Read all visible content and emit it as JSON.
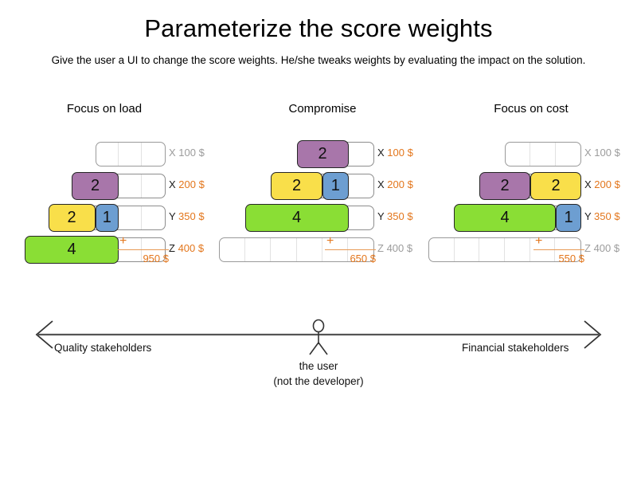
{
  "header": {
    "title": "Parameterize the score weights",
    "subtitle": "Give the user a UI to change the score weights. He/she tweaks weights by evaluating the impact on the solution."
  },
  "palette": {
    "purple": "#a876aa",
    "yellow": "#f9df4a",
    "blue": "#6d9ed1",
    "green": "#8ade35",
    "orange": "#e3761c",
    "inactive": "#9c9c9c",
    "track_border": "#9a9a9a",
    "chip_border": "#262626"
  },
  "columns": [
    {
      "heading": "Focus on load",
      "rows": [
        {
          "key": "X",
          "price": "100 $",
          "active": false,
          "cells": 3,
          "chips": []
        },
        {
          "key": "X",
          "price": "200 $",
          "active": true,
          "cells": 4,
          "chips": [
            {
              "value": "2",
              "color": "purple",
              "span": 2
            }
          ]
        },
        {
          "key": "Y",
          "price": "350 $",
          "active": true,
          "cells": 5,
          "chips": [
            {
              "value": "2",
              "color": "yellow",
              "span": 2
            },
            {
              "value": "1",
              "color": "blue",
              "span": 1
            }
          ]
        },
        {
          "key": "Z",
          "price": "400 $",
          "active": true,
          "cells": 6,
          "chips": [
            {
              "value": "4",
              "color": "green",
              "span": 4
            }
          ]
        }
      ],
      "total": {
        "plus": "+",
        "sum": "950 $"
      }
    },
    {
      "heading": "Compromise",
      "rows": [
        {
          "key": "X",
          "price": "100 $",
          "active": true,
          "cells": 3,
          "chips": [
            {
              "value": "2",
              "color": "purple",
              "span": 2
            }
          ]
        },
        {
          "key": "X",
          "price": "200 $",
          "active": true,
          "cells": 4,
          "chips": [
            {
              "value": "2",
              "color": "yellow",
              "span": 2
            },
            {
              "value": "1",
              "color": "blue",
              "span": 1
            }
          ]
        },
        {
          "key": "Y",
          "price": "350 $",
          "active": true,
          "cells": 5,
          "chips": [
            {
              "value": "4",
              "color": "green",
              "span": 4
            }
          ]
        },
        {
          "key": "Z",
          "price": "400 $",
          "active": false,
          "cells": 6,
          "chips": []
        }
      ],
      "total": {
        "plus": "+",
        "sum": "650 $"
      }
    },
    {
      "heading": "Focus on cost",
      "rows": [
        {
          "key": "X",
          "price": "100 $",
          "active": false,
          "cells": 3,
          "chips": []
        },
        {
          "key": "X",
          "price": "200 $",
          "active": true,
          "cells": 4,
          "chips": [
            {
              "value": "2",
              "color": "purple",
              "span": 2
            },
            {
              "value": "2",
              "color": "yellow",
              "span": 2
            }
          ]
        },
        {
          "key": "Y",
          "price": "350 $",
          "active": true,
          "cells": 5,
          "chips": [
            {
              "value": "4",
              "color": "green",
              "span": 4
            },
            {
              "value": "1",
              "color": "blue",
              "span": 1
            }
          ]
        },
        {
          "key": "Z",
          "price": "400 $",
          "active": false,
          "cells": 6,
          "chips": []
        }
      ],
      "total": {
        "plus": "+",
        "sum": "550 $"
      }
    }
  ],
  "axis": {
    "left_label": "Quality stakeholders",
    "right_label": "Financial stakeholders",
    "person_line1": "the user",
    "person_line2": "(not the developer)"
  }
}
